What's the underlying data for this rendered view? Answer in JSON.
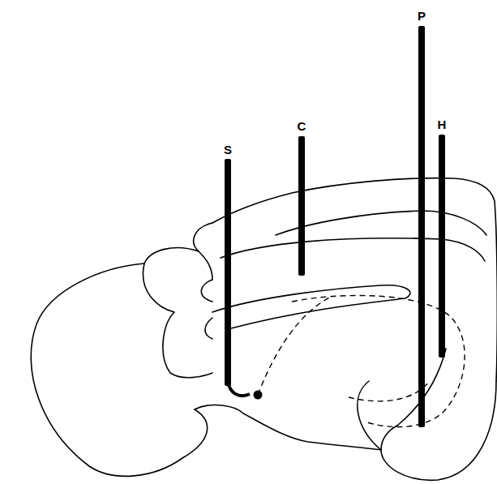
{
  "diagram": {
    "labels": [
      "S",
      "C",
      "P",
      "H"
    ]
  }
}
